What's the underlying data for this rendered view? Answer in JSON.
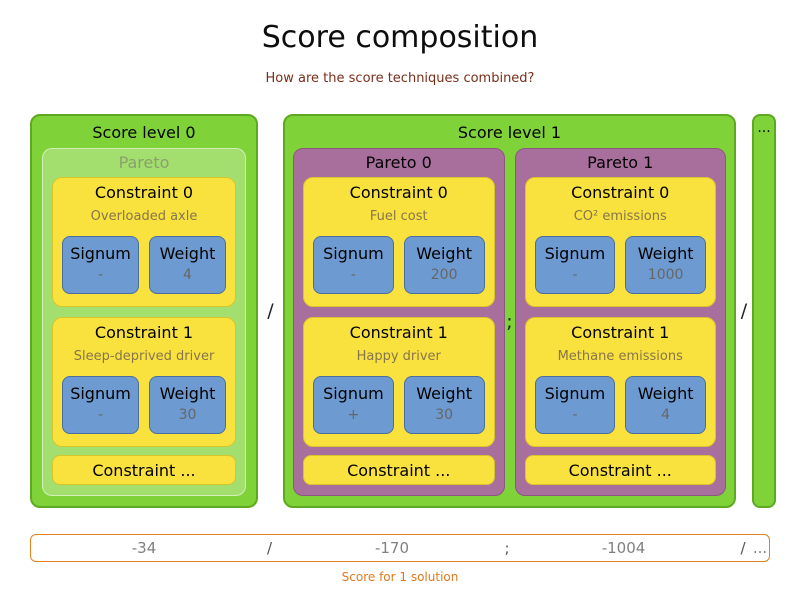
{
  "title": "Score composition",
  "subtitle": "How are the score techniques combined?",
  "labels": {
    "signum": "Signum",
    "weight": "Weight"
  },
  "separators": {
    "slash": "/",
    "semicolon": ";"
  },
  "levels": [
    {
      "label": "Score level 0",
      "groups": [
        {
          "label": "Pareto",
          "constraints": [
            {
              "title": "Constraint 0",
              "description": "Overloaded axle",
              "signum": "-",
              "weight": "4"
            },
            {
              "title": "Constraint 1",
              "description": "Sleep-deprived driver",
              "signum": "-",
              "weight": "30"
            }
          ],
          "more": "Constraint ..."
        }
      ]
    },
    {
      "label": "Score level 1",
      "groups": [
        {
          "label": "Pareto 0",
          "constraints": [
            {
              "title": "Constraint 0",
              "description": "Fuel cost",
              "signum": "-",
              "weight": "200"
            },
            {
              "title": "Constraint 1",
              "description": "Happy driver",
              "signum": "+",
              "weight": "30"
            }
          ],
          "more": "Constraint ..."
        },
        {
          "label": "Pareto 1",
          "constraints": [
            {
              "title": "Constraint 0",
              "description": "CO² emissions",
              "signum": "-",
              "weight": "1000"
            },
            {
              "title": "Constraint 1",
              "description": "Methane emissions",
              "signum": "-",
              "weight": "4"
            }
          ],
          "more": "Constraint ..."
        }
      ]
    }
  ],
  "more_column": {
    "label": "..."
  },
  "score_bar": {
    "level0_value": "-34",
    "separator1": "/",
    "pareto0_value": "-170",
    "separator2": ";",
    "pareto1_value": "-1004",
    "separator3": "/",
    "more_value": "...",
    "caption": "Score for 1 solution"
  },
  "colors": {
    "green_fill": "#7fd338",
    "green_border": "#5fa821",
    "purple_fill": "#a86f9d",
    "purple_border": "#8c5781",
    "yellow_fill": "#f9e23e",
    "yellow_border": "#d8c52c",
    "blue_fill": "#6d9ad0",
    "blue_border": "#4a6f9f",
    "orange": "#e0791e",
    "value_gray": "#808080",
    "subtitle_color": "#7a2e1a"
  }
}
